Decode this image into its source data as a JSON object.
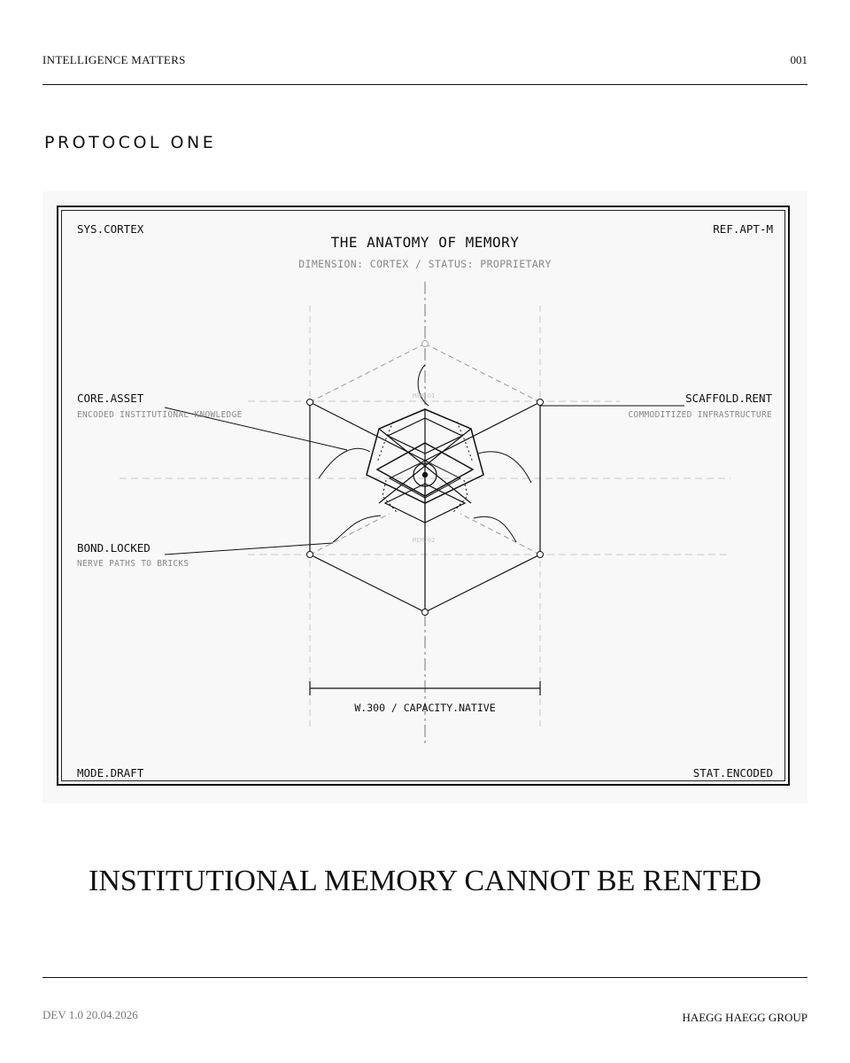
{
  "header": {
    "publication": "INTELLIGENCE MATTERS",
    "page_number": "001"
  },
  "section": {
    "title": "PROTOCOL ONE"
  },
  "diagram": {
    "title": "THE ANATOMY OF MEMORY",
    "subtitle": "DIMENSION: CORTEX / STATUS: PROPRIETARY",
    "corners": {
      "top_left": "SYS.CORTEX",
      "top_right": "REF.APT-M",
      "bottom_left": "MODE.DRAFT",
      "bottom_right": "STAT.ENCODED"
    },
    "labels": {
      "core": {
        "title": "CORE.ASSET",
        "sub": "ENCODED INSTITUTIONAL KNOWLEDGE"
      },
      "scaffold": {
        "title": "SCAFFOLD.RENT",
        "sub": "COMMODITIZED INFRASTRUCTURE"
      },
      "bond": {
        "title": "BOND.LOCKED",
        "sub": "NERVE PATHS TO BRICKS"
      }
    },
    "marks": {
      "top": "MEM.01",
      "bottom": "MEM.02"
    },
    "dimension_caption": "W.300 / CAPACITY.NATIVE"
  },
  "headline": "INSTITUTIONAL MEMORY CANNOT BE RENTED",
  "footer": {
    "version": "DEV 1.0 20.04.2026",
    "publisher": "HAEGG HAEGG GROUP"
  }
}
